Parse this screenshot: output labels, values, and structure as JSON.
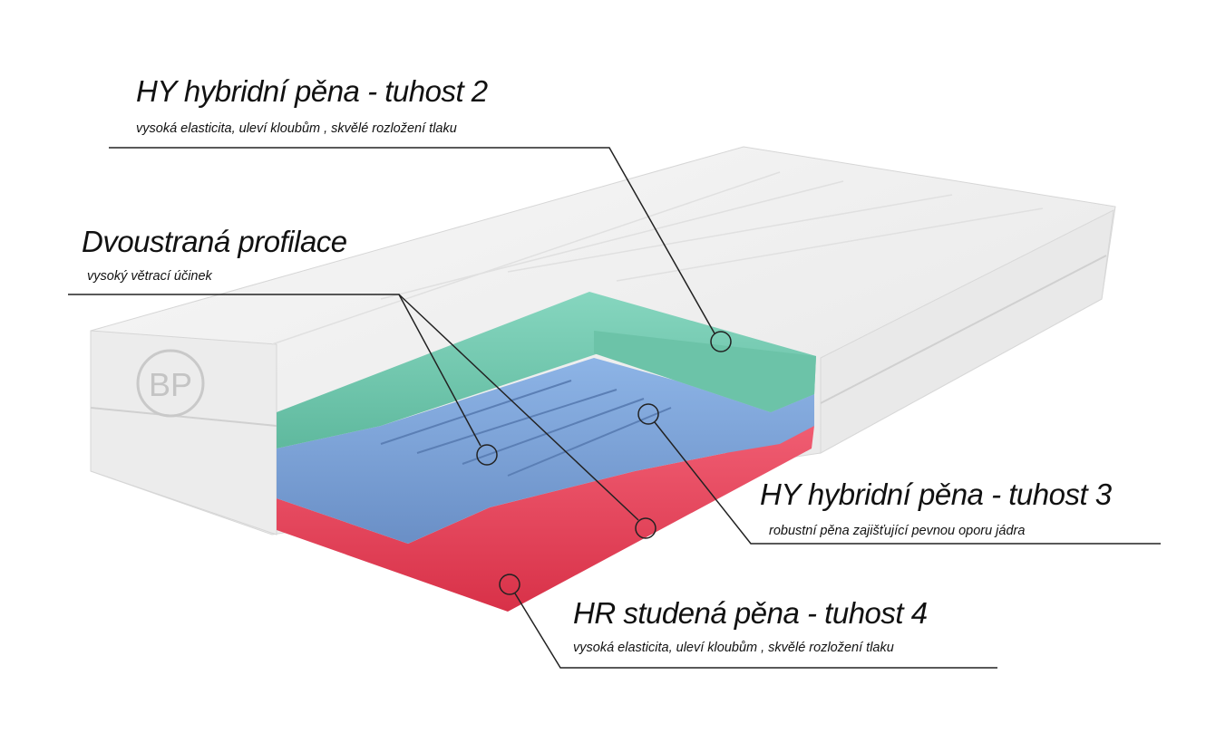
{
  "callouts": [
    {
      "title": "HY hybridní pěna - tuhost 2",
      "subtitle": "vysoká elasticita, uleví kloubům , skvělé rozložení tlaku"
    },
    {
      "title": "Dvoustraná profilace",
      "subtitle": "vysoký větrací účinek"
    },
    {
      "title": "HY hybridní pěna - tuhost 3",
      "subtitle": "robustní pěna zajišťující pevnou oporu jádra"
    },
    {
      "title": "HR studená pěna - tuhost 4",
      "subtitle": "vysoká elasticita, uleví kloubům , skvělé rozložení tlaku"
    }
  ],
  "logo": "BP",
  "colors": {
    "top_layer": "#7ccdb4",
    "middle_layer": "#7b9fd3",
    "bottom_layer": "#e8455c",
    "cover": "#f2f2f2",
    "line": "#222222"
  }
}
